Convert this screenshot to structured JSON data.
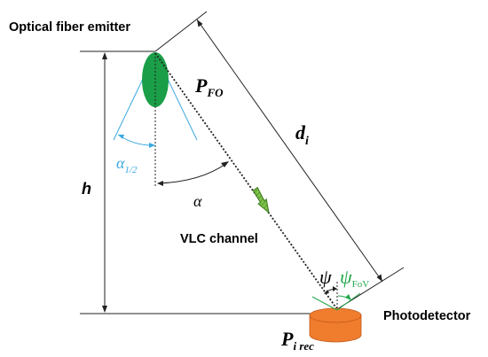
{
  "labels": {
    "emitter": "Optical fiber emitter",
    "h": "h",
    "p_fo": "P",
    "p_fo_sub": "FO",
    "d": "d",
    "d_sub": "i",
    "half_angle": "α",
    "half_angle_sub": "1/2",
    "alpha": "α",
    "vlc": "VLC channel",
    "psi": "ψ",
    "psi_fov": "ψ",
    "psi_fov_sub": "FoV",
    "p_rec": "P",
    "p_rec_sub": "i rec",
    "photodetector": "Photodetector"
  },
  "colors": {
    "emitter_fill": "#1a9e48",
    "receiver_fill": "#f07d2e",
    "arrow_fill": "#7ec24a",
    "half_angle_color": "#3aa8e0",
    "fov_color": "#22a84a",
    "line_color": "#222222"
  }
}
